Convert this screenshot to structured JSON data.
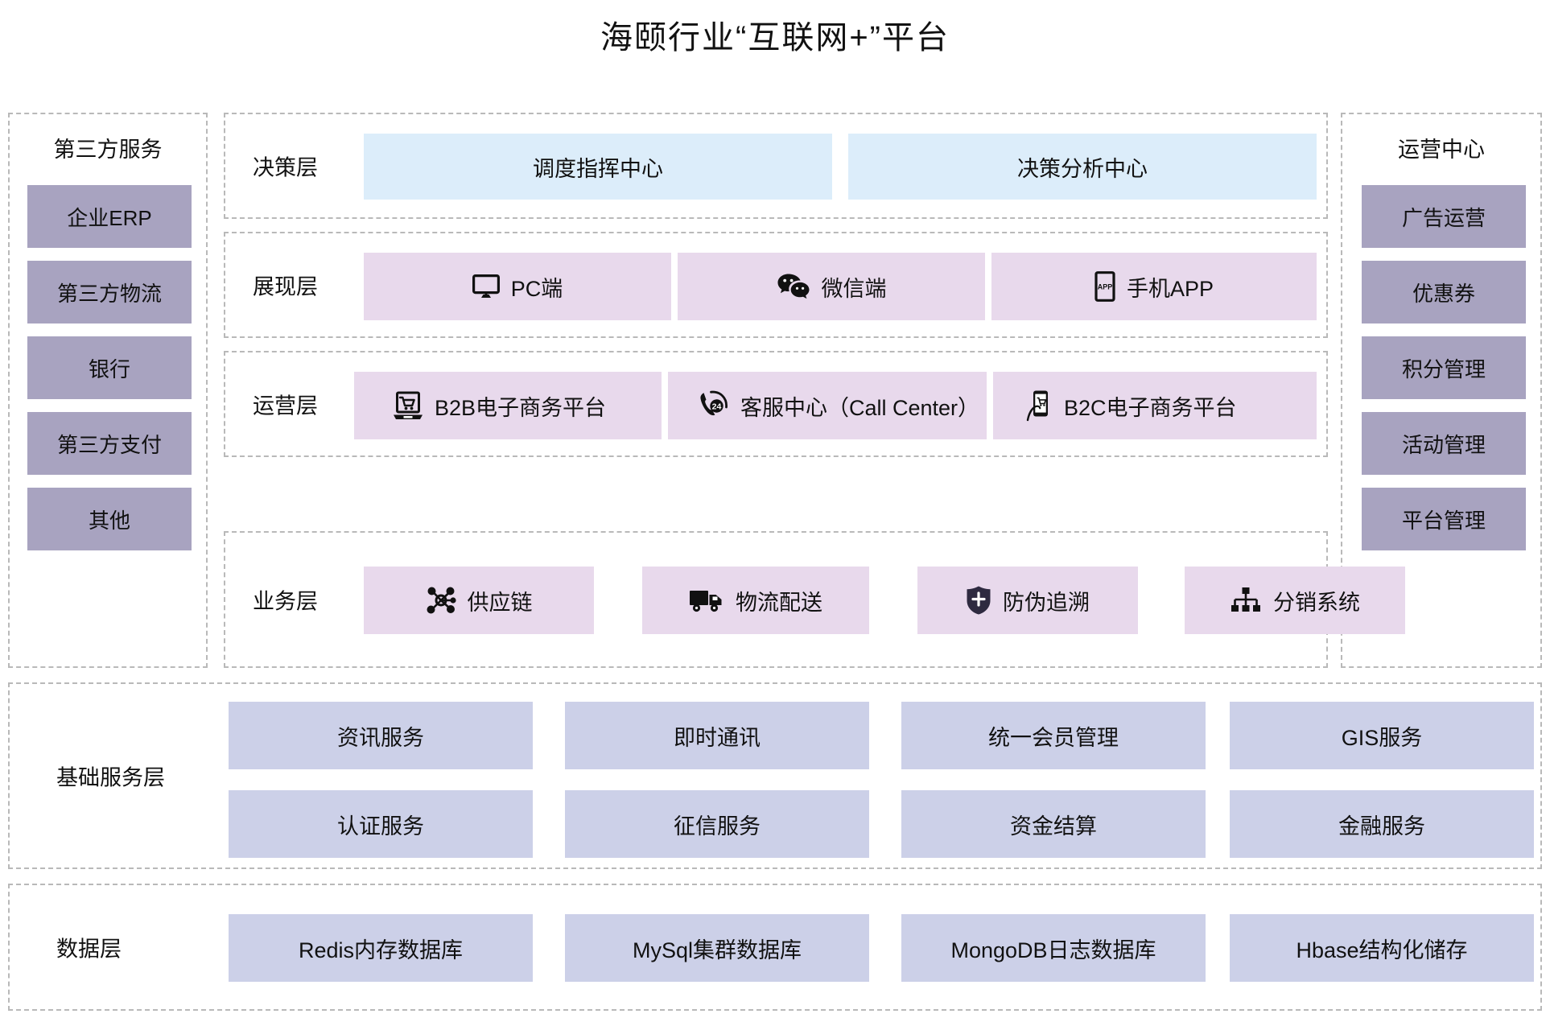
{
  "title": "海颐行业“互联网+”平台",
  "colors": {
    "purple_gray": "#a8a3c0",
    "pink": "#e8d9ec",
    "light_blue": "#dcedfa",
    "lavender_blue": "#ccd0e8",
    "dashed_border": "#b9b9b9",
    "text": "#111111",
    "background": "#ffffff"
  },
  "left_panel": {
    "title": "第三方服务",
    "items": [
      {
        "label": "企业ERP"
      },
      {
        "label": "第三方物流"
      },
      {
        "label": "银行"
      },
      {
        "label": "第三方支付"
      },
      {
        "label": "其他"
      }
    ]
  },
  "right_panel": {
    "title": "运营中心",
    "items": [
      {
        "label": "广告运营"
      },
      {
        "label": "优惠券"
      },
      {
        "label": "积分管理"
      },
      {
        "label": "活动管理"
      },
      {
        "label": "平台管理"
      }
    ]
  },
  "layers": [
    {
      "label": "决策层",
      "style": "blue",
      "cells": [
        {
          "label": "调度指挥中心",
          "icon": ""
        },
        {
          "label": "决策分析中心",
          "icon": ""
        }
      ]
    },
    {
      "label": "展现层",
      "style": "pink",
      "cells": [
        {
          "label": "PC端",
          "icon": "monitor-icon"
        },
        {
          "label": "微信端",
          "icon": "wechat-icon"
        },
        {
          "label": "手机APP",
          "icon": "mobile-app-icon"
        }
      ]
    },
    {
      "label": "运营层",
      "style": "pink",
      "cells": [
        {
          "label": "B2B电子商务平台",
          "icon": "laptop-cart-icon"
        },
        {
          "label": "客服中心（Call Center）",
          "icon": "phone-24h-icon"
        },
        {
          "label": "B2C电子商务平台",
          "icon": "mobile-cart-icon"
        }
      ]
    },
    {
      "label": "业务层",
      "style": "pink",
      "cells": [
        {
          "label": "供应链",
          "icon": "network-nodes-icon"
        },
        {
          "label": "物流配送",
          "icon": "truck-icon"
        },
        {
          "label": "防伪追溯",
          "icon": "shield-plus-icon"
        },
        {
          "label": "分销系统",
          "icon": "org-tree-icon"
        }
      ]
    }
  ],
  "base_service_section": {
    "label": "基础服务层",
    "rows": [
      [
        "资讯服务",
        "即时通讯",
        "统一会员管理",
        "GIS服务"
      ],
      [
        "认证服务",
        "征信服务",
        "资金结算",
        "金融服务"
      ]
    ]
  },
  "data_section": {
    "label": "数据层",
    "rows": [
      [
        "Redis内存数据库",
        "MySql集群数据库",
        "MongoDB日志数据库",
        "Hbase结构化储存"
      ]
    ]
  }
}
